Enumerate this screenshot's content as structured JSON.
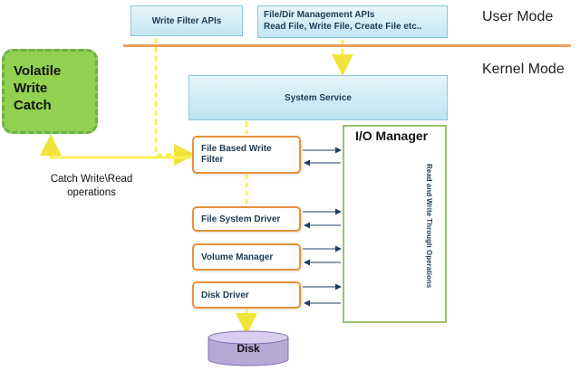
{
  "user_mode_apis": {
    "write_filter": "Write Filter APIs",
    "file_dir_title": "File/Dir Management APIs",
    "file_dir_ops": "Read File, Write File, Create File etc.."
  },
  "modes": {
    "user": "User Mode",
    "kernel": "Kernel Mode"
  },
  "system_service": "System Service",
  "volatile_cache": {
    "line1": "Volatile",
    "line2": "Write",
    "line3": "Catch"
  },
  "catch_label": {
    "line1": "Catch Write\\Read",
    "line2": "operations"
  },
  "drivers": {
    "fbwf_line1": "File Based Write",
    "fbwf_line2": "Filter",
    "fsd": "File System Driver",
    "vm": "Volume Manager",
    "dd": "Disk Driver"
  },
  "io_manager": {
    "title": "I/O Manager",
    "flow_label": "Read and Write Through Operations"
  },
  "disk": "Disk",
  "colors": {
    "yellow_connector": "#f7ef5a",
    "orange_border": "#e8913a",
    "green_border": "#9bc46a",
    "arrow_blue": "#1f3f66"
  }
}
